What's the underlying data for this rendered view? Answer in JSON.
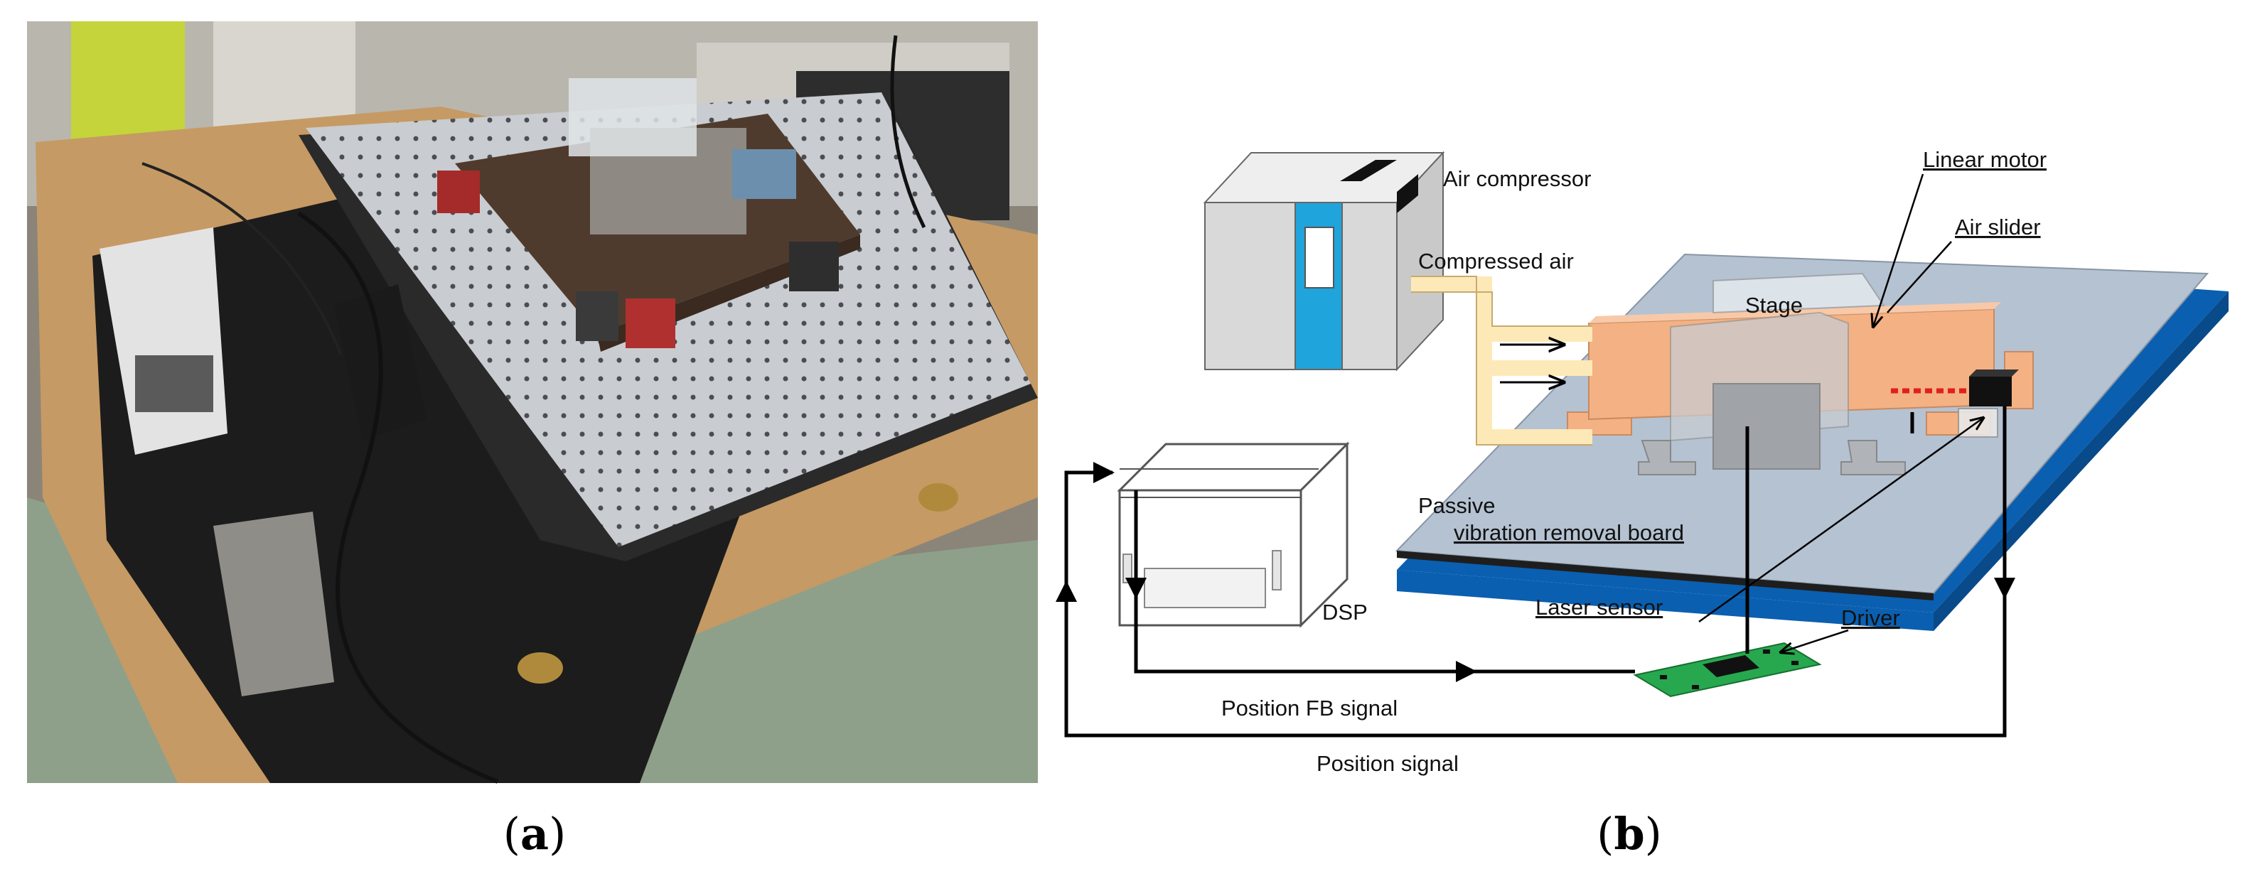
{
  "panel_a": {
    "caption_open": "(",
    "caption_letter": "a",
    "caption_close": ")"
  },
  "panel_b": {
    "caption_open": "(",
    "caption_letter": "b",
    "caption_close": ")",
    "labels": {
      "air_compressor": "Air compressor",
      "compressed_air": "Compressed air",
      "linear_motor": "Linear motor",
      "air_slider": "Air slider",
      "stage": "Stage",
      "passive_line1": "Passive",
      "passive_line2": "vibration removal board",
      "laser_sensor": "Laser sensor",
      "driver": "Driver",
      "dsp": "DSP",
      "position_fb_signal": "Position FB signal",
      "position_signal": "Position signal"
    }
  },
  "colors": {
    "board_blue": "#0a5fb0",
    "board_top": "#b4c2d2",
    "slider_orange": "#f4b183",
    "compressor_blue": "#1fa4dc",
    "air_pipe": "#fde9b8",
    "driver_green": "#27a84f",
    "laser_red": "#e02020"
  },
  "icons": [
    "photo-experimental-setup",
    "air-compressor-icon",
    "dsp-unit-icon",
    "driver-board-icon",
    "laser-sensor-icon"
  ]
}
